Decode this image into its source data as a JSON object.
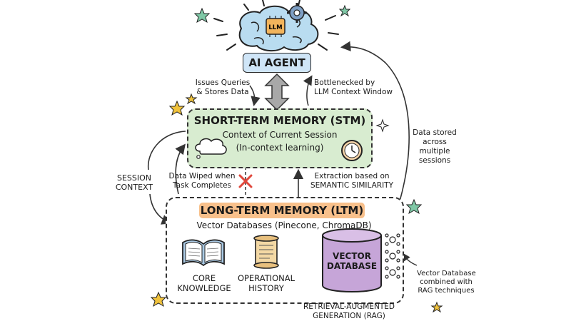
{
  "agent": {
    "label": "AI AGENT",
    "llm_chip": "LLM"
  },
  "labels": {
    "issues_queries": [
      "Issues Queries",
      "& Stores Data"
    ],
    "bottlenecked": [
      "Bottlenecked by",
      "LLM Context Window"
    ],
    "data_wiped": [
      "Data Wiped when",
      "Task Completes"
    ],
    "extraction": [
      "Extraction based on",
      "SEMANTIC SIMILARITY"
    ],
    "session_context": [
      "SESSION",
      "CONTEXT"
    ],
    "data_stored": [
      "Data stored",
      "across",
      "multiple",
      "sessions"
    ],
    "vector_combined": [
      "Vector Database",
      "combined with",
      "RAG techniques"
    ],
    "rag": [
      "RETRIEVAL-AUGMENTED",
      "GENERATION (RAG)"
    ]
  },
  "stm": {
    "title": "SHORT-TERM MEMORY (STM)",
    "subtitle1": "Context of Current Session",
    "subtitle2": "(In-context learning)"
  },
  "ltm": {
    "title": "LONG-TERM MEMORY (LTM)",
    "subtitle": "Vector Databases (Pinecone, ChromaDB)",
    "core": [
      "CORE",
      "KNOWLEDGE"
    ],
    "operational": [
      "OPERATIONAL",
      "HISTORY"
    ],
    "vector_db": [
      "VECTOR",
      "DATABASE"
    ]
  },
  "colors": {
    "agent_fill": "#cfe5f7",
    "stm_fill": "#d8ecd0",
    "ltm_title_fill": "#f8c08b",
    "vector_db_fill": "#c6a5d8",
    "brain_fill": "#b9dcf0",
    "chip_fill": "#f2b45c",
    "cross_red": "#e0483c",
    "star_gold": "#f0c23c",
    "star_green": "#7fc8a6"
  }
}
